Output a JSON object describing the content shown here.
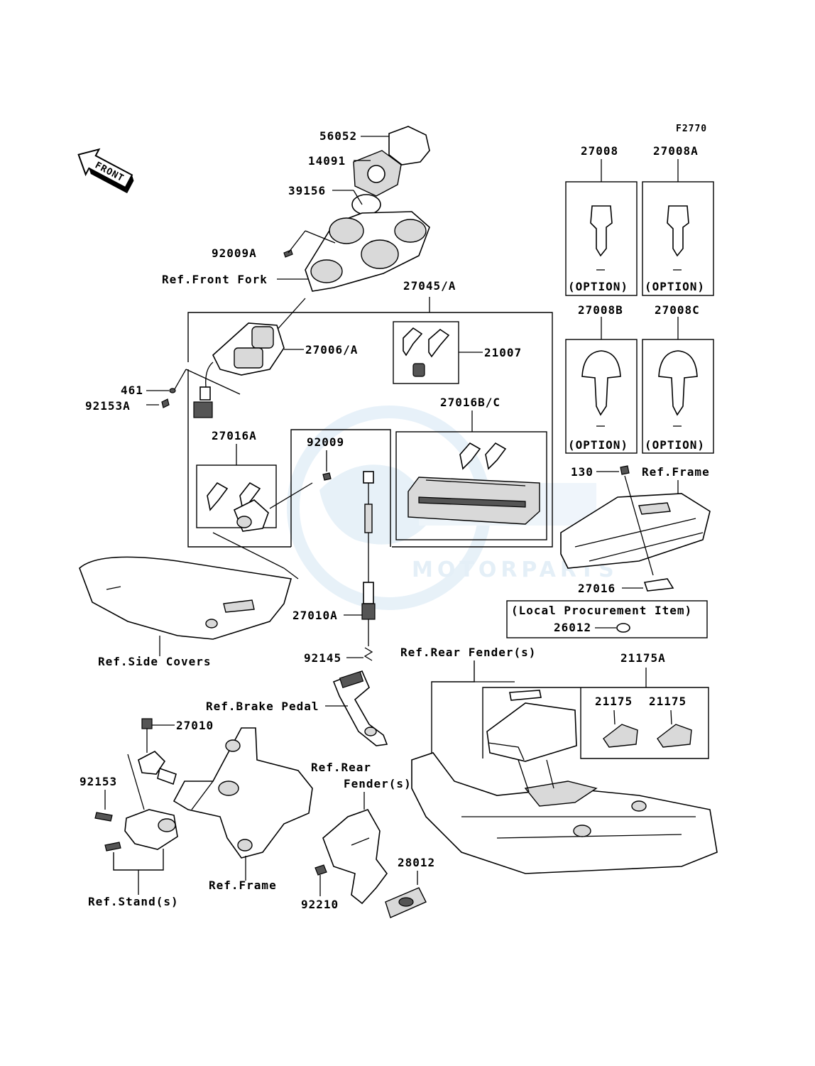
{
  "watermark": {
    "brand": "MOTORPARTS"
  },
  "figure_code": "F2770",
  "front_arrow": "FRONT",
  "labels": {
    "p56052": "56052",
    "p14091": "14091",
    "p39156": "39156",
    "p92009A": "92009A",
    "ref_front_fork": "Ref.Front Fork",
    "p27045A": "27045/A",
    "p27006A": "27006/A",
    "p21007": "21007",
    "p461": "461",
    "p92153A": "92153A",
    "p27016BC": "27016B/C",
    "p27016A": "27016A",
    "p92009": "92009",
    "p27008": "27008",
    "p27008A": "27008A",
    "p27008B": "27008B",
    "p27008C": "27008C",
    "option": "(OPTION)",
    "p130": "130",
    "ref_frame_top": "Ref.Frame",
    "p27016": "27016",
    "local_procurement": "(Local Procurement Item)",
    "p26012": "26012",
    "p27010A": "27010A",
    "p92145": "92145",
    "ref_side_covers": "Ref.Side Covers",
    "ref_rear_fender_s": "Ref.Rear Fender(s)",
    "p21175A": "21175A",
    "p21175": "21175",
    "ref_brake_pedal": "Ref.Brake Pedal",
    "p27010": "27010",
    "ref_rear": "Ref.Rear",
    "fender_s": "Fender(s)",
    "p92153": "92153",
    "ref_frame_bottom": "Ref.Frame",
    "p28012": "28012",
    "ref_stands": "Ref.Stand(s)",
    "p92210": "92210"
  }
}
